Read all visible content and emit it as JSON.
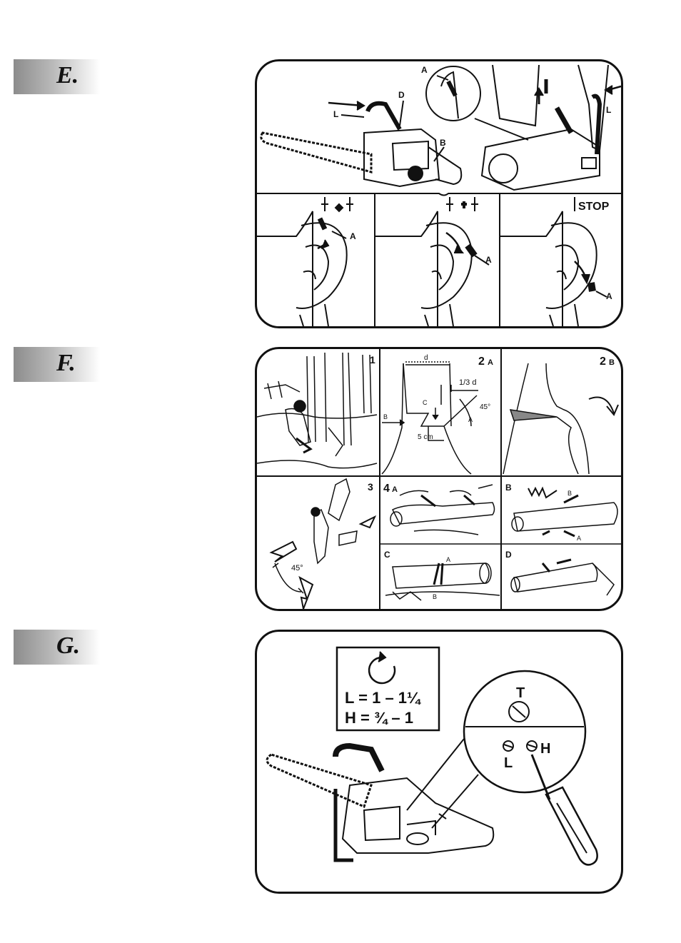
{
  "sections": [
    {
      "id": "E",
      "label": "E."
    },
    {
      "id": "F",
      "label": "F."
    },
    {
      "id": "G",
      "label": "G."
    }
  ],
  "panel_e": {
    "callout_a": "A",
    "label_l_left": "L",
    "label_d": "D",
    "label_b": "B",
    "label_l_right": "L",
    "pos1_a": "A",
    "pos2_a": "A",
    "stop_text": "STOP",
    "pos3_a": "A"
  },
  "panel_f": {
    "cell1": "1",
    "cell2a_num": "2",
    "cell2a_sub": "A",
    "dim_d": "d",
    "third_d": "1/3 d",
    "label_c": "C",
    "angle_45": "45°",
    "label_a": "A",
    "label_b": "B",
    "dim_5cm": "5 cm",
    "cell2b_num": "2",
    "cell2b_sub": "B",
    "cell3": "3",
    "angle_45_escape": "45°",
    "cell4a_num": "4",
    "cell4a_sub": "A",
    "cellb": "B",
    "cellb_b": "B",
    "cellb_a": "A",
    "cellc": "C",
    "cellc_a": "A",
    "cellc_b": "B",
    "celld": "D"
  },
  "panel_g": {
    "setting_l": "L = 1 – 1¼",
    "setting_h": "H = ¾ – 1",
    "screw_t": "T",
    "screw_h": "H",
    "screw_l": "L"
  }
}
